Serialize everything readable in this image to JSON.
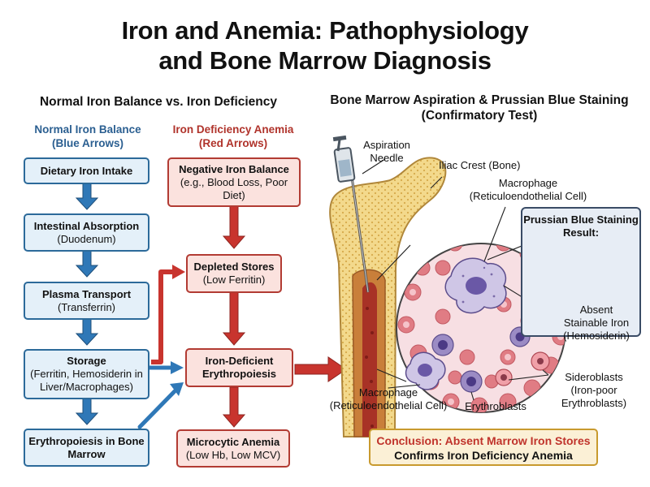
{
  "title": {
    "line1": "Iron and Anemia: Pathophysiology",
    "line2": "and Bone Marrow Diagnosis"
  },
  "left_section": {
    "heading": "Normal Iron Balance vs. Iron Deficiency",
    "normal_col": {
      "title": "Normal Iron Balance",
      "subtitle": "(Blue Arrows)"
    },
    "deficiency_col": {
      "title": "Iron Deficiency Anemia",
      "subtitle": "(Red Arrows)"
    },
    "normal_steps": [
      {
        "title": "Dietary Iron Intake",
        "detail": ""
      },
      {
        "title": "Intestinal Absorption",
        "detail": "(Duodenum)"
      },
      {
        "title": "Plasma Transport",
        "detail": "(Transferrin)"
      },
      {
        "title": "Storage",
        "detail": "(Ferritin, Hemosiderin in Liver/Macrophages)"
      },
      {
        "title": "Erythropoiesis in Bone Marrow",
        "detail": ""
      }
    ],
    "deficiency_steps": [
      {
        "title": "Negative Iron Balance",
        "detail": "(e.g., Blood Loss, Poor Diet)"
      },
      {
        "title": "Depleted Stores",
        "detail": "(Low Ferritin)"
      },
      {
        "title": "Iron-Deficient Erythropoiesis",
        "detail": ""
      },
      {
        "title": "Microcytic Anemia",
        "detail": "(Low Hb, Low MCV)"
      }
    ]
  },
  "right_section": {
    "heading_line1": "Bone Marrow Aspiration & Prussian Blue Staining",
    "heading_line2": "(Confirmatory Test)",
    "labels": {
      "needle": "Aspiration Needle",
      "iliac": "Iliac Crest (Bone)",
      "macrophage_top_1": "Macrophage",
      "macrophage_top_2": "(Reticuloendothelial Cell)",
      "macrophage_bottom_1": "Macrophage",
      "macrophage_bottom_2": "(Reticuloendothelial Cell)",
      "erythroblasts": "Erythroblasts",
      "sideroblasts_1": "Sideroblasts",
      "sideroblasts_2": "(Iron-poor",
      "sideroblasts_3": "Erythroblasts)",
      "absent_1": "Absent",
      "absent_2": "Stainable Iron",
      "absent_3": "(Hemosiderin)"
    },
    "prussian_title": "Prussian Blue Staining Result:",
    "conclusion_line1": "Conclusion: Absent Marrow Iron Stores",
    "conclusion_line2": "Confirms Iron Deficiency Anemia"
  },
  "colors": {
    "blue_arrow": "#2f78b7",
    "red_arrow": "#c8342e",
    "box_blue": "#e4f0f9",
    "box_red": "#fbe2de"
  }
}
